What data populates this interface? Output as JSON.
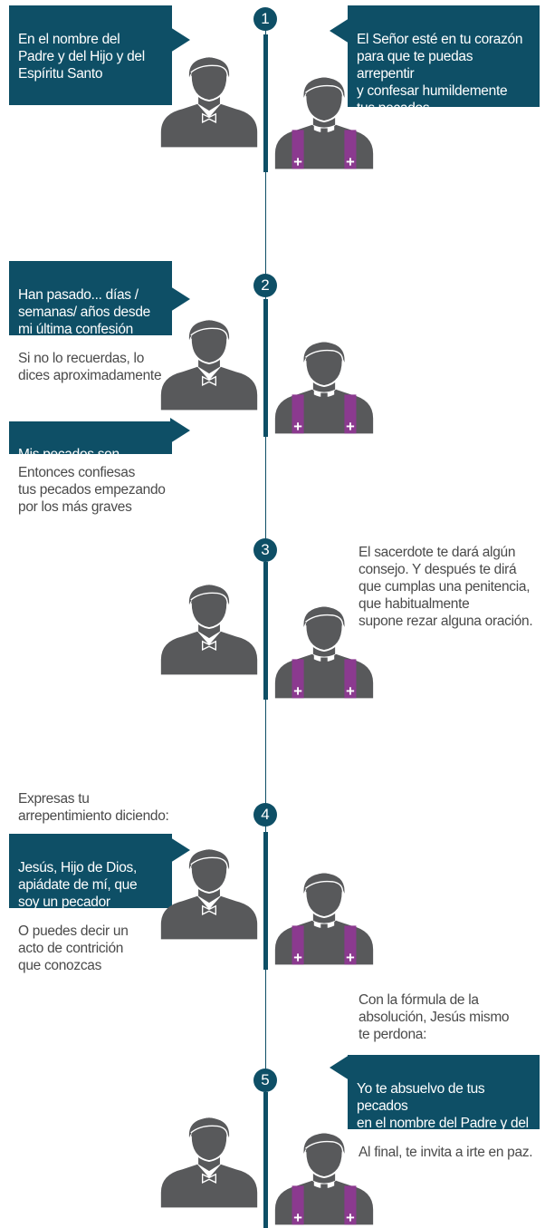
{
  "colors": {
    "bubble": "#0e4f66",
    "person": "#58595b",
    "stole": "#8b3a8f",
    "text": "#4a4a4a"
  },
  "steps": [
    {
      "number": "1",
      "penitent_bubble": "En el nombre del\nPadre y del Hijo y del\nEspíritu Santo",
      "priest_bubble": "El Señor esté en tu corazón\npara que te puedas arrepentir\ny confesar humildemente\ntus pecados"
    },
    {
      "number": "2",
      "penitent_bubble": "Han pasado... días /\nsemanas/ años desde\nmi última confesión",
      "note_1": "Si no lo recuerdas, lo\ndices aproximadamente",
      "penitent_bubble_2": "Mis pecados son...",
      "note_2": "Entonces confiesas\ntus pecados empezando\npor los más graves"
    },
    {
      "number": "3",
      "priest_note": "El sacerdote te dará algún\nconsejo. Y después te dirá\nque cumplas una penitencia,\nque habitualmente\nsupone rezar alguna oración."
    },
    {
      "number": "4",
      "intro_note": "Expresas tu\narrepentimiento diciendo:",
      "penitent_bubble": "Jesús, Hijo de Dios,\napiádate de mí, que\nsoy un pecador",
      "note": "O puedes decir un\nacto de contrición\nque conozcas"
    },
    {
      "number": "5",
      "intro_note": "Con la fórmula de la\nabsolución, Jesús mismo\nte perdona:",
      "priest_bubble": "Yo te absuelvo de tus pecados\nen el nombre del Padre y del\nHijo y del Espíritu Santo.",
      "final_note": "Al final, te invita a irte en paz."
    }
  ],
  "icons": {
    "penitent": "penitent-figure-icon",
    "priest": "priest-figure-icon"
  }
}
